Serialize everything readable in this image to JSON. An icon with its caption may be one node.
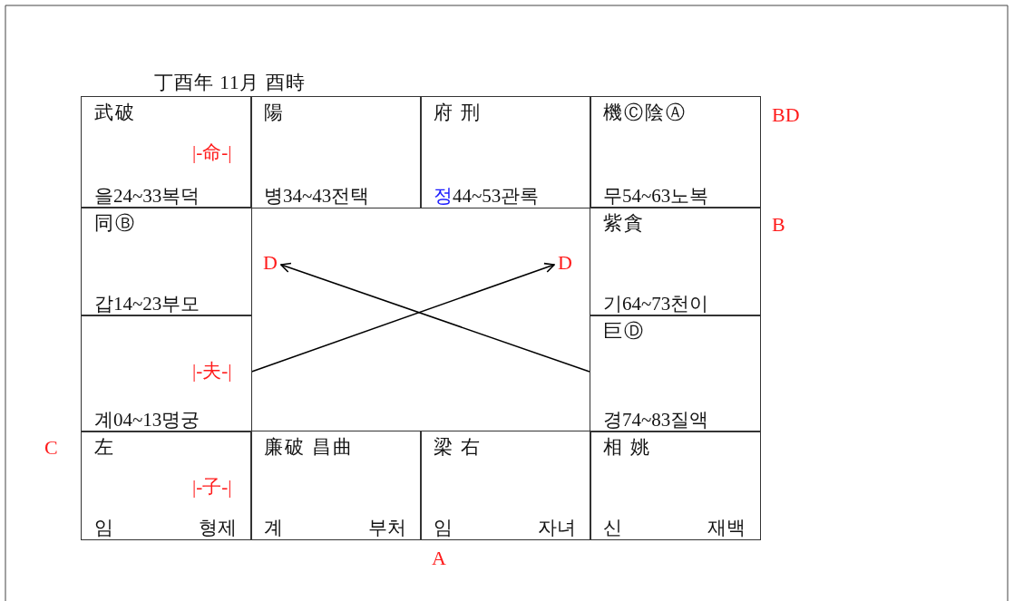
{
  "diagram": {
    "title": "丁酉年 11月 酉時",
    "nodes": [
      {
        "text": [
          "武破",
          "|-命-|",
          "을24~33복덕"
        ]
      },
      {
        "text": [
          "陽",
          "병34~43전택"
        ]
      },
      {
        "text": [
          "府 刑",
          "정",
          "44~53관록"
        ]
      },
      {
        "text": [
          "機Ⓒ陰Ⓐ",
          "무54~63노복"
        ]
      },
      {
        "text": [
          "同Ⓑ",
          "갑14~23부모"
        ]
      },
      {
        "text": [
          "D"
        ]
      },
      {
        "text": [
          "D"
        ]
      },
      {
        "text": [
          "紫貪",
          "기64~73천이"
        ]
      },
      {
        "text": [
          "|-夫-|",
          "계04~13명궁"
        ]
      },
      {
        "text": [
          "巨Ⓓ",
          "경74~83질액"
        ]
      },
      {
        "text": [
          "左",
          "|-子-|",
          "임",
          "형제"
        ]
      },
      {
        "text": [
          "廉破 昌曲",
          "계",
          "부처"
        ]
      },
      {
        "text": [
          "梁 右",
          "임",
          "자녀"
        ]
      },
      {
        "text": [
          "相 姚",
          "신",
          "재백"
        ]
      }
    ],
    "edges": [
      {
        "from": 8,
        "to": 6,
        "arrow": "to"
      },
      {
        "from": 9,
        "to": 5,
        "arrow": "to"
      }
    ],
    "labels": [
      "BD",
      "B",
      "C",
      "A"
    ]
  }
}
